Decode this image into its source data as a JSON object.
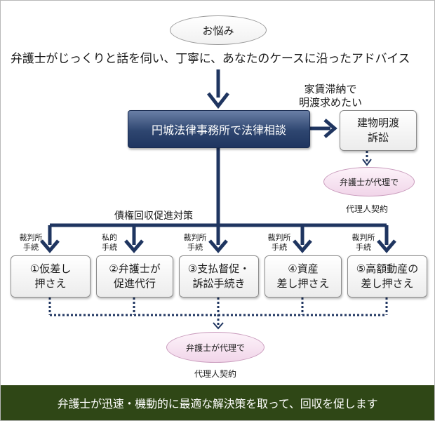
{
  "top_node": "お悩み",
  "headline": "弁護士がじっくりと話を伺い、丁寧に、あなたのケースに沿ったアドバイス",
  "main_node": "円城法律事務所で法律相談",
  "side_note": "家賃滞納で\n明渡求めたい",
  "building_node": "建物明渡\n訴訟",
  "proxy_label": "弁護士が代理で",
  "proxy_contract": "代理人契約",
  "strategy_label": "債権回収促進対策",
  "procedures": [
    {
      "tag": "裁判所\n手続",
      "label": "①仮差し\n押さえ"
    },
    {
      "tag": "私的\n手続",
      "label": "②弁護士が\n促進代行"
    },
    {
      "tag": "裁判所\n手続",
      "label": "③支払督促・\n訴訟手続き"
    },
    {
      "tag": "裁判所\n手続",
      "label": "④資産\n差し押さえ"
    },
    {
      "tag": "裁判所\n手続",
      "label": "⑤高額動産の\n差し押さえ"
    }
  ],
  "footer": "弁護士が迅速・機動的に最適な解決策を取って、回収を促します",
  "colors": {
    "navy": "#1f3560",
    "footer_green": "#2f4716",
    "pink": "#f1d5e9"
  }
}
